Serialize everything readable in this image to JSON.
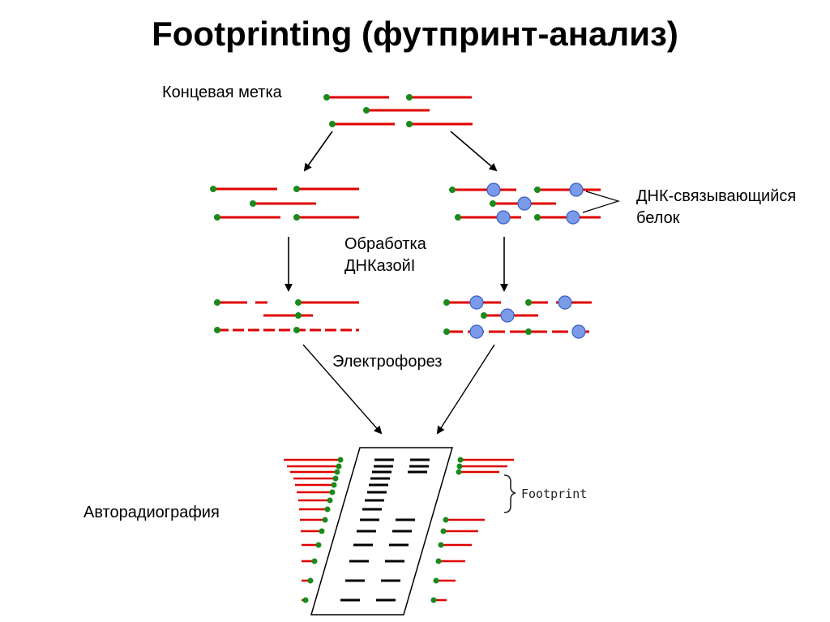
{
  "title": "Footprinting (футпринт-анализ)",
  "labels": {
    "end_label": "Концевая метка",
    "binding_protein": "ДНК-связывающийся белок",
    "dnase_treatment": "Обработка ДНКазойI",
    "electrophoresis": "Электрофорез",
    "autoradiography": "Авторадиография",
    "footprint": "Footprint"
  },
  "colors": {
    "dna_strand": "#e00000",
    "end_label_dot": "#1a8a1a",
    "protein": "#7a9be8",
    "arrow": "#000000",
    "gel_band": "#000000"
  }
}
